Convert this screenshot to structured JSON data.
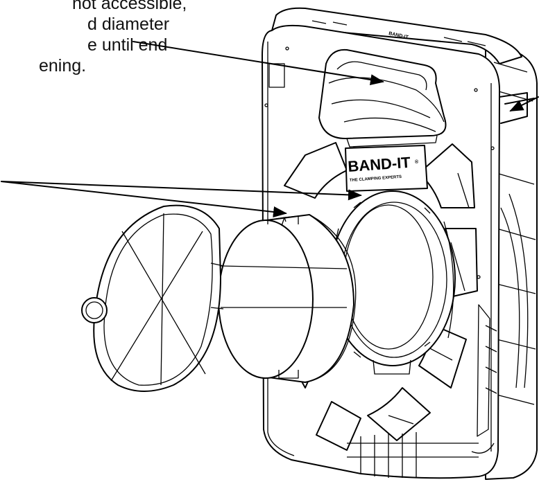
{
  "callout": {
    "lines": [
      "not accessible,",
      "d diameter",
      "e until end",
      "ening."
    ]
  },
  "logo": {
    "brand": "BAND-IT",
    "registered": "®",
    "tagline": "THE CLAMPING EXPERTS"
  },
  "top_label": {
    "text": "BAND-IT"
  },
  "colors": {
    "line": "#000000",
    "background": "#ffffff",
    "text": "#111111"
  }
}
